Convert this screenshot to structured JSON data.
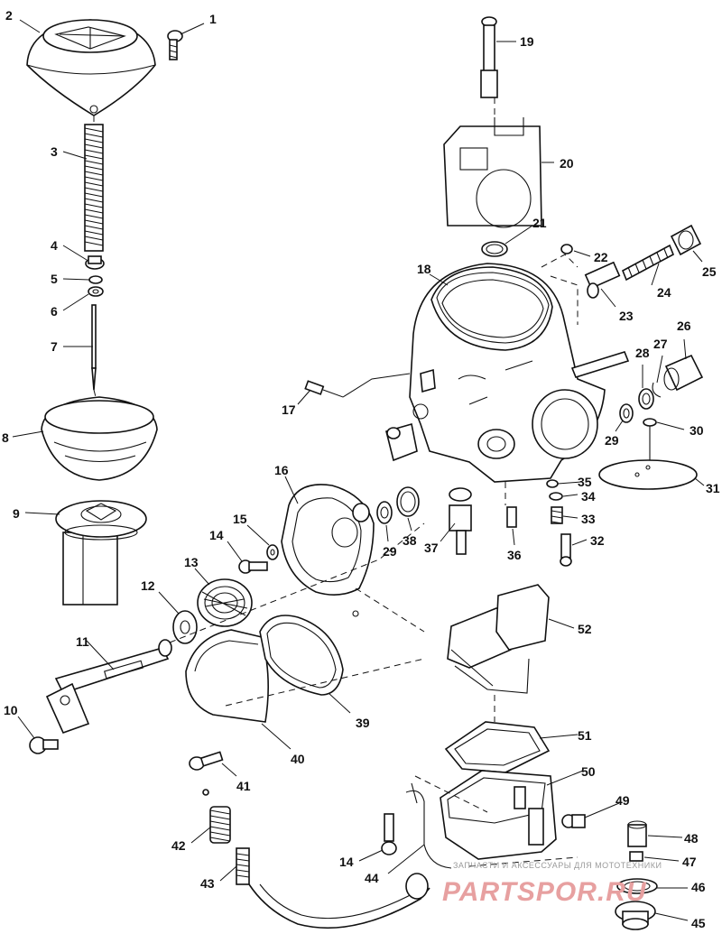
{
  "diagram": {
    "callouts": [
      "1",
      "2",
      "3",
      "4",
      "5",
      "6",
      "7",
      "8",
      "9",
      "10",
      "11",
      "12",
      "13",
      "14",
      "15",
      "16",
      "17",
      "18",
      "19",
      "20",
      "21",
      "22",
      "23",
      "24",
      "25",
      "26",
      "27",
      "28",
      "29",
      "29",
      "30",
      "31",
      "32",
      "33",
      "34",
      "35",
      "36",
      "37",
      "38",
      "39",
      "40",
      "41",
      "42",
      "43",
      "14",
      "44",
      "45",
      "46",
      "47",
      "48",
      "49",
      "50",
      "51",
      "52"
    ],
    "watermark": {
      "caption": "ЗАПЧАСТИ И АКСЕССУАРЫ ДЛЯ МОТОТЕХНИКИ",
      "logo": "PARTSPOR.RU"
    }
  }
}
